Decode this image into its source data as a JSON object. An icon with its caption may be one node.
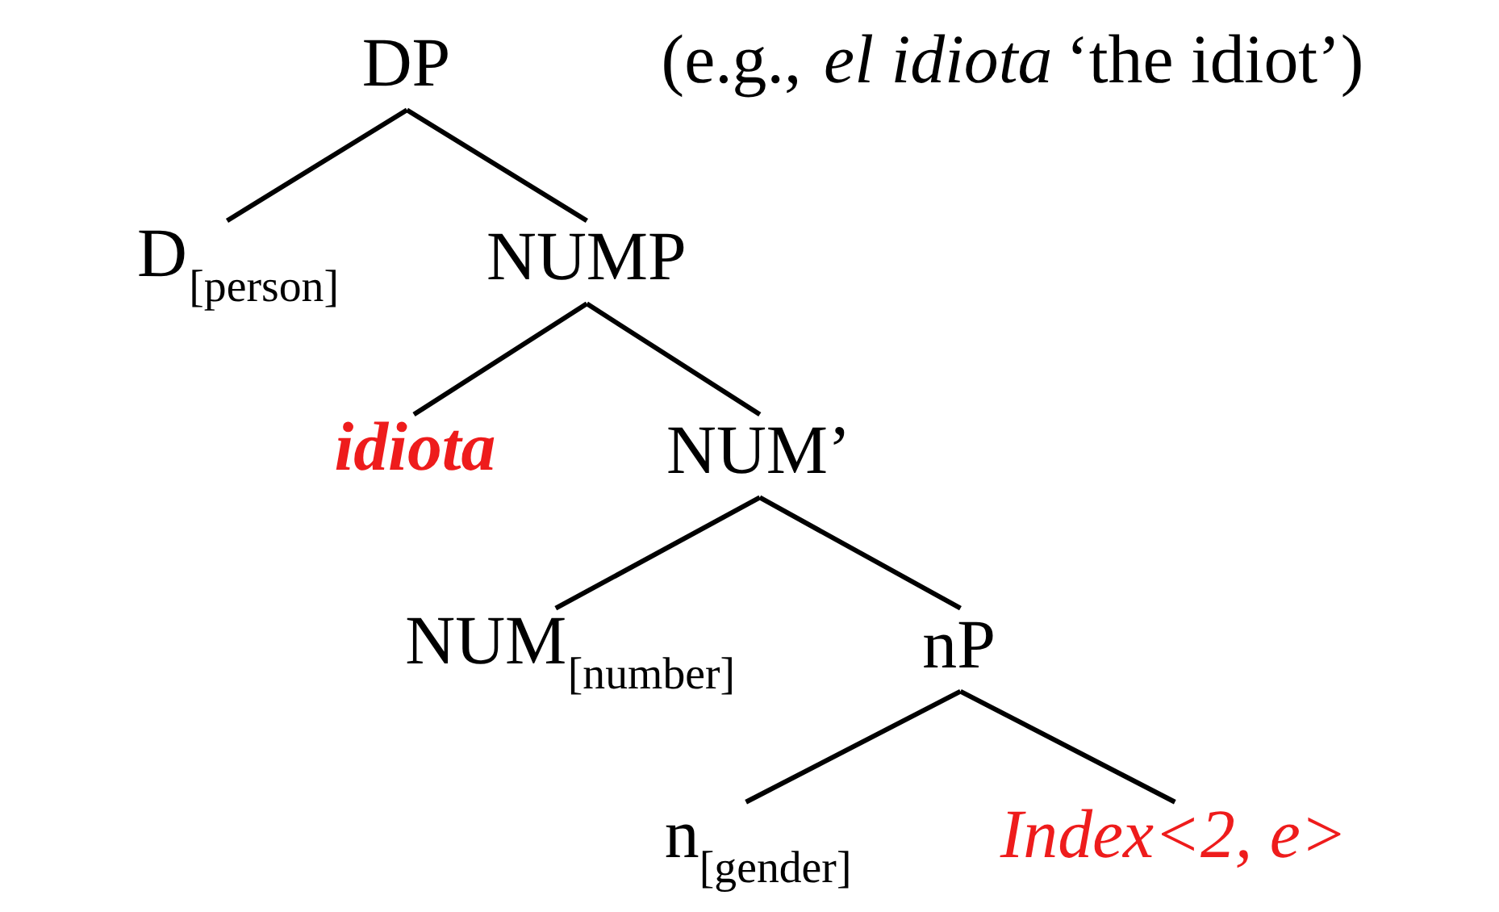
{
  "diagram": {
    "nodes": [
      {
        "text": [
          "DP"
        ],
        "beside": [
          "(e.g., *el idiota* ‘the idiot’)"
        ]
      },
      {
        "text": [
          "D$_{[person]}$"
        ]
      },
      {
        "text": [
          "NUMP"
        ]
      },
      {
        "text": [
          "idiota"
        ]
      },
      {
        "text": [
          "NUM’"
        ]
      },
      {
        "text": [
          "NUM$_{[number]}$"
        ]
      },
      {
        "text": [
          "nP"
        ]
      },
      {
        "text": [
          "n$_{[gender]}$"
        ]
      },
      {
        "text": [
          "Index<2, e>"
        ]
      }
    ],
    "edges": [
      {
        "from": 0,
        "to": 1,
        "arrow": "none"
      },
      {
        "from": 0,
        "to": 2,
        "arrow": "none"
      },
      {
        "from": 2,
        "to": 3,
        "arrow": "none"
      },
      {
        "from": 2,
        "to": 4,
        "arrow": "none"
      },
      {
        "from": 4,
        "to": 5,
        "arrow": "none"
      },
      {
        "from": 4,
        "to": 6,
        "arrow": "none"
      },
      {
        "from": 6,
        "to": 7,
        "arrow": "none"
      },
      {
        "from": 6,
        "to": 8,
        "arrow": "none"
      }
    ]
  }
}
